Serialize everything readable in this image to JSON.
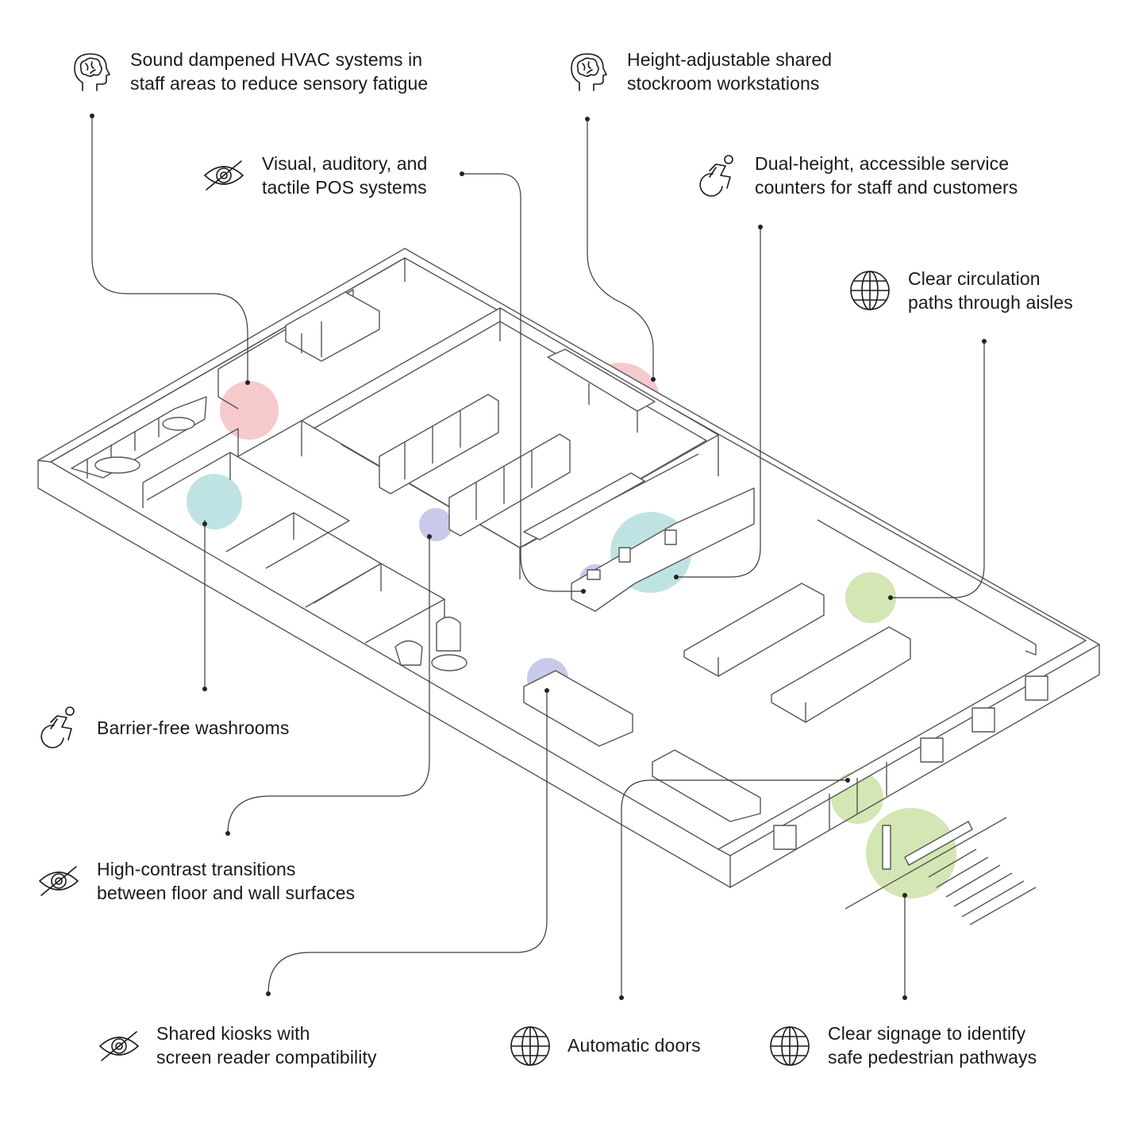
{
  "colors": {
    "brain_marker": "#f6c9cc",
    "vision_marker": "#c9c9ea",
    "mobility_marker": "#bfe3e3",
    "globe_marker": "#d3e6b3",
    "line": "#3a3a3a"
  },
  "annotations": [
    {
      "id": "hvac",
      "icon": "brain-icon",
      "lines": [
        "Sound dampened HVAC systems in",
        "staff areas to reduce sensory fatigue"
      ]
    },
    {
      "id": "stockroom",
      "icon": "brain-icon",
      "lines": [
        "Height-adjustable shared",
        "stockroom workstations"
      ]
    },
    {
      "id": "pos",
      "icon": "eye-slash-icon",
      "lines": [
        "Visual, auditory, and",
        "tactile POS systems"
      ]
    },
    {
      "id": "counters",
      "icon": "wheelchair-icon",
      "lines": [
        "Dual-height, accessible service",
        "counters for staff and customers"
      ]
    },
    {
      "id": "circulation",
      "icon": "globe-icon",
      "lines": [
        "Clear circulation",
        "paths through aisles"
      ]
    },
    {
      "id": "washrooms",
      "icon": "wheelchair-icon",
      "lines": [
        "Barrier-free washrooms"
      ]
    },
    {
      "id": "contrast",
      "icon": "eye-slash-icon",
      "lines": [
        "High-contrast transitions",
        "between floor and wall surfaces"
      ]
    },
    {
      "id": "kiosks",
      "icon": "eye-slash-icon",
      "lines": [
        "Shared kiosks with",
        "screen reader compatibility"
      ]
    },
    {
      "id": "doors",
      "icon": "globe-icon",
      "lines": [
        "Automatic doors"
      ]
    },
    {
      "id": "signage",
      "icon": "globe-icon",
      "lines": [
        "Clear signage to identify",
        "safe pedestrian pathways"
      ]
    }
  ]
}
